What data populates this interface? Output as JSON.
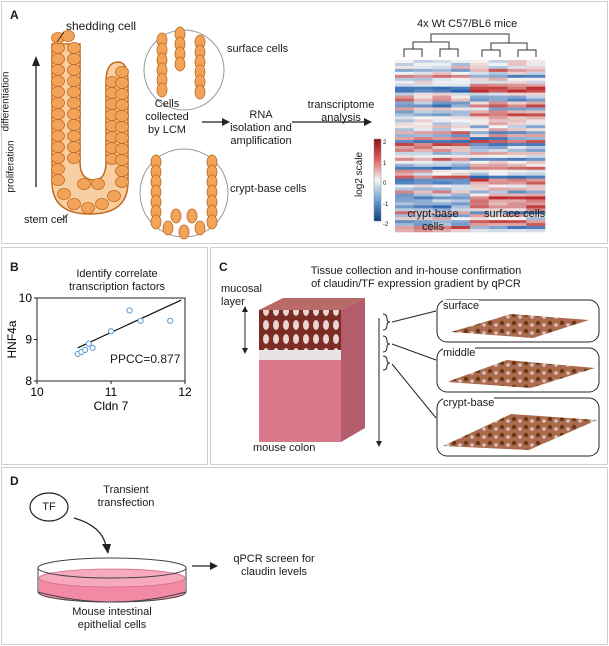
{
  "panel_a": {
    "letter": "A",
    "shedding_cell": "shedding cell",
    "surface_cells": "surface cells",
    "crypt_base_cells": "crypt-base cells",
    "stem_cell": "stem cell",
    "differentiation": "differentiation",
    "proliferation": "proliferation",
    "lcm_text": [
      "Cells",
      "collected",
      "by LCM"
    ],
    "rna_text": [
      "RNA",
      "isolation and",
      "amplification"
    ],
    "transcriptome_text": [
      "transcriptome",
      "analysis"
    ],
    "heatmap_title": "4x Wt C57/BL6 mice",
    "log2_scale": "log2 scale",
    "colorbar_ticks": [
      "2",
      "1",
      "0",
      "-1",
      "-2"
    ],
    "group_crypt": [
      "crypt-base",
      "cells"
    ],
    "group_surface": "surface cells"
  },
  "panel_b": {
    "letter": "B",
    "title": [
      "Identify correlate",
      "transcription factors"
    ],
    "annotation": "PPCC=0.877"
  },
  "panel_c": {
    "letter": "C",
    "title": [
      "Tissue collection and in-house confirmation",
      "of claudin/TF expression gradient by qPCR"
    ],
    "mucosal_layer": [
      "mucosal",
      "layer"
    ],
    "mouse_colon": "mouse colon",
    "surface": "surface",
    "middle": "middle",
    "crypt_base": "crypt-base"
  },
  "panel_d": {
    "letter": "D",
    "tf": "TF",
    "transient": [
      "Transient",
      "transfection"
    ],
    "cells": [
      "Mouse intestinal",
      "epithelial cells"
    ],
    "screen": [
      "qPCR screen for",
      "claudin levels"
    ]
  },
  "colors": {
    "cell_fill": "#f2a35a",
    "cell_stroke": "#c46a1e",
    "heat_high": "#c9302c",
    "heat_low": "#2c6fb3",
    "dish_fill": "#f28aa6",
    "tissue_top": "#8b3a2e",
    "tissue_bottom": "#d9788a",
    "stain_brown": "#8a4a25"
  },
  "chart_data": {
    "type": "scatter",
    "title": "Identify correlate transcription factors",
    "xlabel": "Cldn 7",
    "ylabel": "HNF4a",
    "xlim": [
      10,
      12
    ],
    "ylim": [
      8,
      10
    ],
    "xticks": [
      10,
      11,
      12
    ],
    "yticks": [
      8,
      9,
      10
    ],
    "points": [
      [
        10.55,
        8.65
      ],
      [
        10.6,
        8.7
      ],
      [
        10.65,
        8.75
      ],
      [
        10.7,
        8.9
      ],
      [
        10.75,
        8.8
      ],
      [
        11.0,
        9.2
      ],
      [
        11.25,
        9.7
      ],
      [
        11.4,
        9.45
      ],
      [
        11.8,
        9.45
      ]
    ],
    "fit_line": [
      [
        10.55,
        8.8
      ],
      [
        11.95,
        9.95
      ]
    ],
    "annotation": "PPCC=0.877"
  }
}
